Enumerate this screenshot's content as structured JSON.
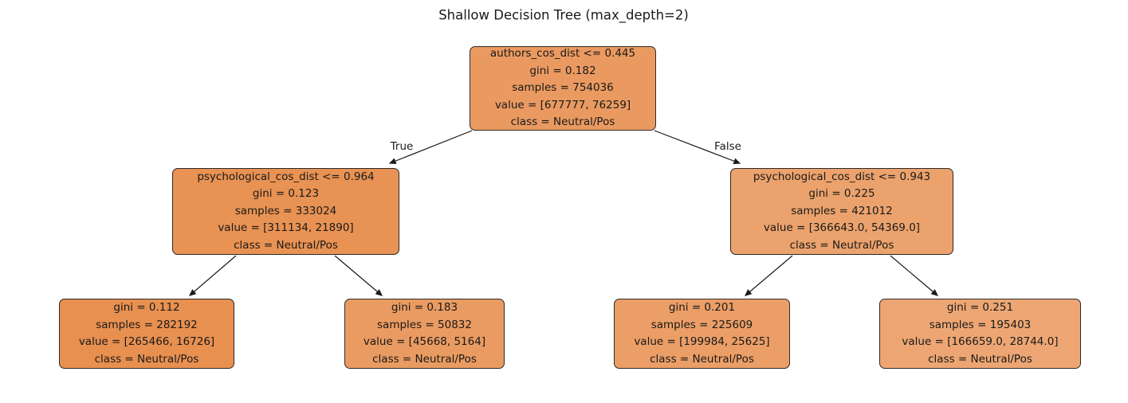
{
  "title": "Shallow Decision Tree (max_depth=2)",
  "edges": {
    "true_label": "True",
    "false_label": "False"
  },
  "colors": {
    "arrow": "#1a1a1a",
    "node_border": "#2b2b2b"
  },
  "nodes": {
    "root": {
      "color": "#ea9a61",
      "lines": [
        "authors_cos_dist <= 0.445",
        "gini = 0.182",
        "samples = 754036",
        "value = [677777, 76259]",
        "class = Neutral/Pos"
      ]
    },
    "left_internal": {
      "color": "#e89253",
      "lines": [
        "psychological_cos_dist <= 0.964",
        "gini = 0.123",
        "samples = 333024",
        "value = [311134, 21890]",
        "class = Neutral/Pos"
      ]
    },
    "right_internal": {
      "color": "#eba26c",
      "lines": [
        "psychological_cos_dist <= 0.943",
        "gini = 0.225",
        "samples = 421012",
        "value = [366643.0, 54369.0]",
        "class = Neutral/Pos"
      ]
    },
    "leaf_1": {
      "color": "#e89050",
      "lines": [
        "gini = 0.112",
        "samples = 282192",
        "value = [265466, 16726]",
        "class = Neutral/Pos"
      ]
    },
    "leaf_2": {
      "color": "#ea9b61",
      "lines": [
        "gini = 0.183",
        "samples = 50832",
        "value = [45668, 5164]",
        "class = Neutral/Pos"
      ]
    },
    "leaf_3": {
      "color": "#eb9e66",
      "lines": [
        "gini = 0.201",
        "samples = 225609",
        "value = [199984, 25625]",
        "class = Neutral/Pos"
      ]
    },
    "leaf_4": {
      "color": "#eda673",
      "lines": [
        "gini = 0.251",
        "samples = 195403",
        "value = [166659.0, 28744.0]",
        "class = Neutral/Pos"
      ]
    }
  }
}
